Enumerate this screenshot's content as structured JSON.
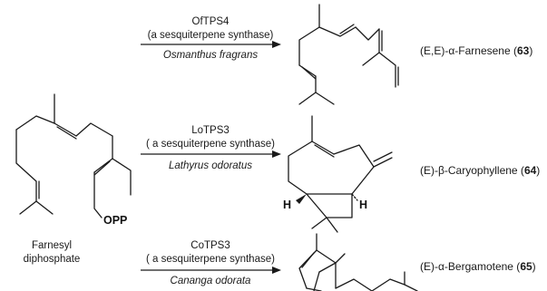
{
  "substrate": {
    "opp_label": "OPP",
    "name_line1": "Farnesyl",
    "name_line2": "diphosphate"
  },
  "reactions": [
    {
      "enzyme": "OfTPS4",
      "enzyme_class": "(a sesquiterpene synthase)",
      "organism": "Osmanthus fragrans",
      "product_prefix": "(E,E)-α-Farnesene (",
      "product_number": "63",
      "product_suffix": ")"
    },
    {
      "enzyme": "LoTPS3",
      "enzyme_class": "( a sesquiterpene synthase)",
      "organism": "Lathyrus odoratus",
      "product_prefix": "(E)-β-Caryophyllene (",
      "product_number": "64",
      "product_suffix": ")",
      "h_label_left": "H",
      "h_label_right": "H"
    },
    {
      "enzyme": "CoTPS3",
      "enzyme_class": "( a sesquiterpene synthase)",
      "organism": "Cananga odorata",
      "product_prefix": "(E)-α-Bergamotene (",
      "product_number": "65",
      "product_suffix": ")"
    }
  ]
}
